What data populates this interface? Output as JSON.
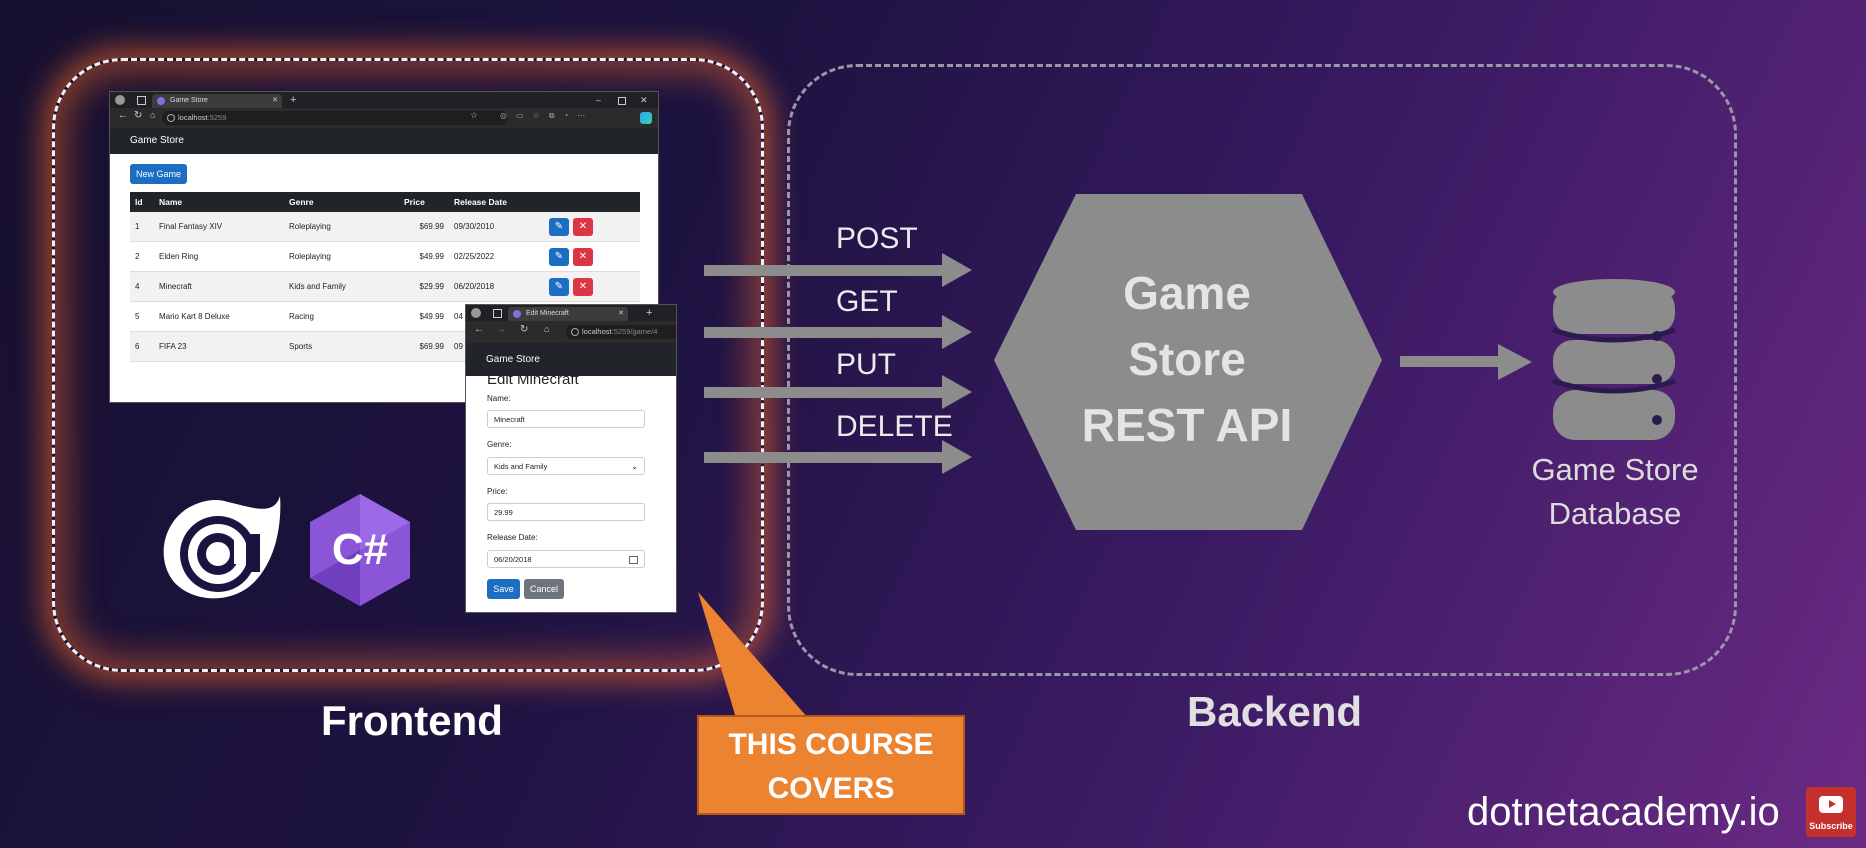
{
  "browser_main": {
    "tab_title": "Game Store",
    "url_host": "localhost",
    "url_port": ":5259",
    "navbar_brand": "Game Store",
    "new_game_button": "New Game",
    "columns": [
      "Id",
      "Name",
      "Genre",
      "Price",
      "Release Date"
    ],
    "rows": [
      {
        "id": "1",
        "name": "Final Fantasy XIV",
        "genre": "Roleplaying",
        "price": "$69.99",
        "date": "09/30/2010"
      },
      {
        "id": "2",
        "name": "Elden Ring",
        "genre": "Roleplaying",
        "price": "$49.99",
        "date": "02/25/2022"
      },
      {
        "id": "4",
        "name": "Minecraft",
        "genre": "Kids and Family",
        "price": "$29.99",
        "date": "06/20/2018"
      },
      {
        "id": "5",
        "name": "Mario Kart 8 Deluxe",
        "genre": "Racing",
        "price": "$49.99",
        "date": "04"
      },
      {
        "id": "6",
        "name": "FIFA 23",
        "genre": "Sports",
        "price": "$69.99",
        "date": "09"
      }
    ]
  },
  "browser_edit": {
    "tab_title": "Edit Minecraft",
    "url_host": "localhost",
    "url_rest": ":5259/game/4",
    "navbar_brand": "Game Store",
    "heading": "Edit Minecraft",
    "name_label": "Name:",
    "name_value": "Minecraft",
    "genre_label": "Genre:",
    "genre_value": "Kids and Family",
    "price_label": "Price:",
    "price_value": "29.99",
    "date_label": "Release Date:",
    "date_value": "06/20/2018",
    "save_button": "Save",
    "cancel_button": "Cancel"
  },
  "logos": {
    "csharp": "C#"
  },
  "verbs": [
    "POST",
    "GET",
    "PUT",
    "DELETE"
  ],
  "api": {
    "line1": "Game",
    "line2": "Store",
    "line3": "REST API"
  },
  "database": {
    "line1": "Game Store",
    "line2": "Database"
  },
  "labels": {
    "frontend": "Frontend",
    "backend": "Backend"
  },
  "callout": {
    "line1": "THIS COURSE",
    "line2": "COVERS"
  },
  "brand": "dotnetacademy.io",
  "subscribe": "Subscribe",
  "colors": {
    "accent_orange": "#ec8330",
    "glow": "#ff6e28",
    "shape_gray": "#8c8c8c",
    "bootstrap_primary": "#1b6ec2",
    "bootstrap_danger": "#dc3545"
  }
}
